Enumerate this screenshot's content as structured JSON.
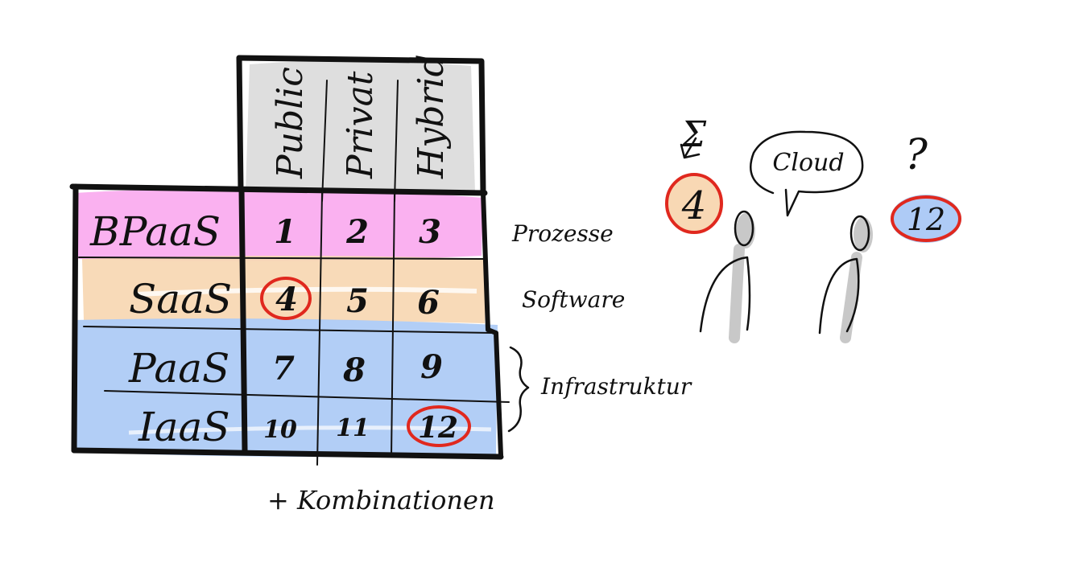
{
  "matrix": {
    "columns": [
      "Public",
      "Privat",
      "Hybrid"
    ],
    "rows": [
      {
        "label": "BPaaS",
        "color": "#f9a9ee",
        "cells": [
          "1",
          "2",
          "3"
        ]
      },
      {
        "label": "SaaS",
        "color": "#f8d8b4",
        "cells": [
          "4",
          "5",
          "6"
        ]
      },
      {
        "label": "PaaS",
        "color": "#aecbf6",
        "cells": [
          "7",
          "8",
          "9"
        ]
      },
      {
        "label": "IaaS",
        "color": "#aecbf6",
        "cells": [
          "10",
          "11",
          "12"
        ]
      }
    ],
    "circled_cells": [
      "4",
      "12"
    ],
    "side_labels": {
      "bpaas": "Prozesse",
      "saas": "Software",
      "infra": "Infrastruktur"
    },
    "footer": "+ Kombinationen"
  },
  "scene": {
    "sigma": "Σ",
    "speech_bubble": "Cloud",
    "question_mark": "?",
    "left_badge": {
      "value": "4",
      "color": "#f8d8b4"
    },
    "right_badge": {
      "value": "12",
      "color": "#aecbf6"
    }
  },
  "colors": {
    "header_fill": "#dcdcdc",
    "circle_stroke": "#e0281e",
    "ink": "#111111"
  }
}
